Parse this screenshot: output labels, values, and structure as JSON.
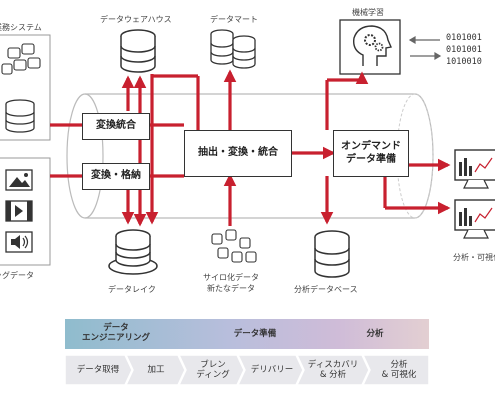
{
  "sources": {
    "business_system": "業務システム",
    "big_data": "ビッグデータ"
  },
  "stores": {
    "data_warehouse": "データウェアハウス",
    "data_mart": "データマート",
    "data_lake": "データレイク",
    "silo_data_line1": "サイロ化データ",
    "silo_data_line2": "新たなデータ",
    "analysis_db": "分析データベース"
  },
  "ml": {
    "label": "機械学習",
    "binary": [
      "0101001",
      "0101001",
      "1010010"
    ]
  },
  "analysis_viz": "分析・可視化",
  "process_boxes": {
    "transform_integrate": "変換統合",
    "transform_store": "変換・格納",
    "extract_transform_integrate": "抽出・変換・統合",
    "on_demand_line1": "オンデマンド",
    "on_demand_line2": "データ準備"
  },
  "phases": {
    "data_engineering_line1": "データ",
    "data_engineering_line2": "エンジニアリング",
    "data_prep": "データ準備",
    "analysis": "分析"
  },
  "steps": [
    {
      "line1": "データ取得",
      "line2": ""
    },
    {
      "line1": "加工",
      "line2": ""
    },
    {
      "line1": "ブレン",
      "line2": "ディング"
    },
    {
      "line1": "デリバリー",
      "line2": ""
    },
    {
      "line1": "ディスカバリ",
      "line2": "& 分析"
    },
    {
      "line1": "分析",
      "line2": "& 可視化"
    }
  ],
  "colors": {
    "arrow": "#c8202f",
    "band_start": "#8fbccd",
    "band_end": "#e3cfd2",
    "chevron": "#e8e8ec"
  }
}
